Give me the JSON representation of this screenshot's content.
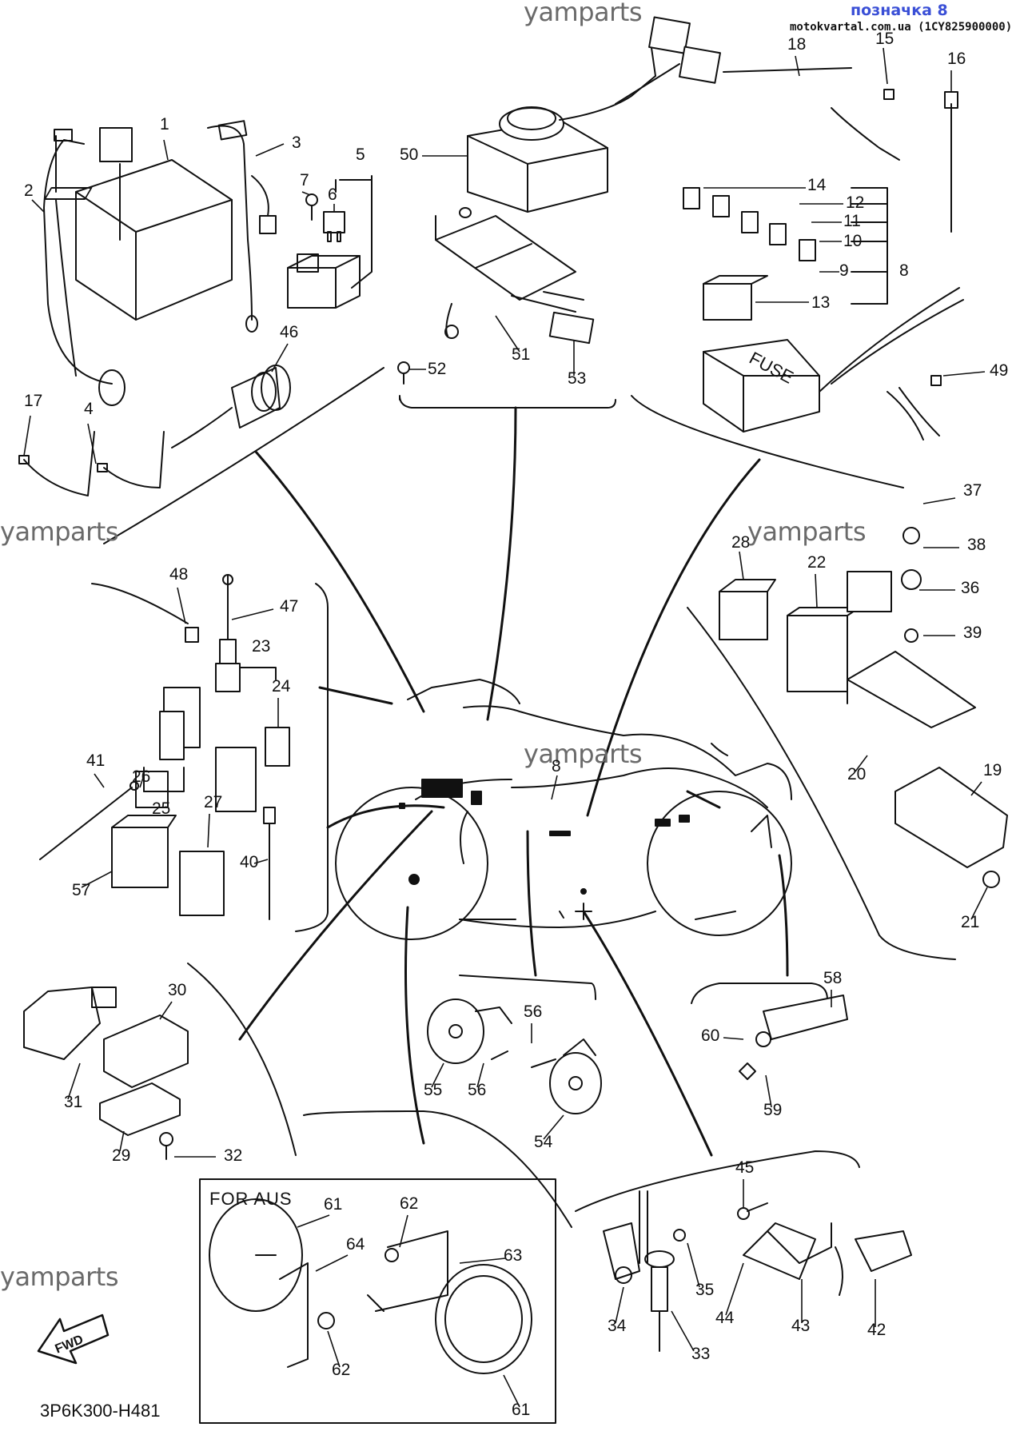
{
  "header": {
    "badge": "позначка 8",
    "source": "motokvartal.com.ua (1CY825900000)"
  },
  "watermarks": [
    "yamparts",
    "yamparts",
    "yamparts",
    "yamparts",
    "yamparts"
  ],
  "diagram": {
    "code": "3P6K300-H481",
    "fwd": "FWD",
    "for_aus": "FOR AUS",
    "fuse": "FUSE"
  },
  "callouts": [
    {
      "id": "1",
      "num": "1"
    },
    {
      "id": "2",
      "num": "2"
    },
    {
      "id": "3",
      "num": "3"
    },
    {
      "id": "4",
      "num": "4"
    },
    {
      "id": "5",
      "num": "5"
    },
    {
      "id": "6",
      "num": "6"
    },
    {
      "id": "7",
      "num": "7"
    },
    {
      "id": "8a",
      "num": "8"
    },
    {
      "id": "8b",
      "num": "8"
    },
    {
      "id": "9",
      "num": "9"
    },
    {
      "id": "10",
      "num": "10"
    },
    {
      "id": "11",
      "num": "11"
    },
    {
      "id": "12",
      "num": "12"
    },
    {
      "id": "13",
      "num": "13"
    },
    {
      "id": "14",
      "num": "14"
    },
    {
      "id": "15",
      "num": "15"
    },
    {
      "id": "16",
      "num": "16"
    },
    {
      "id": "17",
      "num": "17"
    },
    {
      "id": "18",
      "num": "18"
    },
    {
      "id": "19",
      "num": "19"
    },
    {
      "id": "20",
      "num": "20"
    },
    {
      "id": "21",
      "num": "21"
    },
    {
      "id": "22",
      "num": "22"
    },
    {
      "id": "23",
      "num": "23"
    },
    {
      "id": "24",
      "num": "24"
    },
    {
      "id": "25",
      "num": "25"
    },
    {
      "id": "26",
      "num": "26"
    },
    {
      "id": "27",
      "num": "27"
    },
    {
      "id": "28",
      "num": "28"
    },
    {
      "id": "29",
      "num": "29"
    },
    {
      "id": "30",
      "num": "30"
    },
    {
      "id": "31",
      "num": "31"
    },
    {
      "id": "32",
      "num": "32"
    },
    {
      "id": "33",
      "num": "33"
    },
    {
      "id": "34",
      "num": "34"
    },
    {
      "id": "35",
      "num": "35"
    },
    {
      "id": "36",
      "num": "36"
    },
    {
      "id": "37",
      "num": "37"
    },
    {
      "id": "38",
      "num": "38"
    },
    {
      "id": "39",
      "num": "39"
    },
    {
      "id": "40",
      "num": "40"
    },
    {
      "id": "41",
      "num": "41"
    },
    {
      "id": "42",
      "num": "42"
    },
    {
      "id": "43",
      "num": "43"
    },
    {
      "id": "44",
      "num": "44"
    },
    {
      "id": "45",
      "num": "45"
    },
    {
      "id": "46",
      "num": "46"
    },
    {
      "id": "47",
      "num": "47"
    },
    {
      "id": "48",
      "num": "48"
    },
    {
      "id": "49",
      "num": "49"
    },
    {
      "id": "50",
      "num": "50"
    },
    {
      "id": "51",
      "num": "51"
    },
    {
      "id": "52",
      "num": "52"
    },
    {
      "id": "53",
      "num": "53"
    },
    {
      "id": "54",
      "num": "54"
    },
    {
      "id": "55",
      "num": "55"
    },
    {
      "id": "56a",
      "num": "56"
    },
    {
      "id": "56b",
      "num": "56"
    },
    {
      "id": "57",
      "num": "57"
    },
    {
      "id": "58",
      "num": "58"
    },
    {
      "id": "59",
      "num": "59"
    },
    {
      "id": "60",
      "num": "60"
    },
    {
      "id": "61a",
      "num": "61"
    },
    {
      "id": "61b",
      "num": "61"
    },
    {
      "id": "62a",
      "num": "62"
    },
    {
      "id": "62b",
      "num": "62"
    },
    {
      "id": "63",
      "num": "63"
    },
    {
      "id": "64",
      "num": "64"
    }
  ]
}
